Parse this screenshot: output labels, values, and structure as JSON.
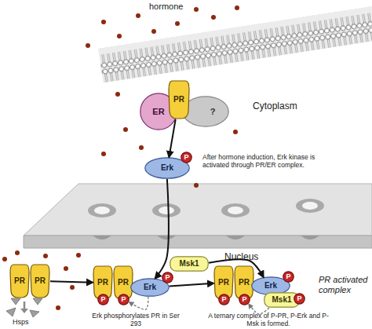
{
  "diagram": {
    "nodes": [
      {
        "text": [
          "ER"
        ]
      },
      {
        "text": [
          "PR"
        ]
      },
      {
        "text": [
          "?"
        ]
      },
      {
        "text": [
          "Erk"
        ]
      },
      {
        "text": [
          "P"
        ],
        "in": 3
      },
      {
        "text": [
          "PR"
        ]
      },
      {
        "text": [
          "PR"
        ]
      },
      {
        "text": [
          "PR"
        ]
      },
      {
        "text": [
          "PR"
        ]
      },
      {
        "text": [
          "P"
        ],
        "in": 7
      },
      {
        "text": [
          "P"
        ],
        "in": 8
      },
      {
        "text": [
          "Erk"
        ]
      },
      {
        "text": [
          "P"
        ],
        "in": 11
      },
      {
        "text": [
          "Msk1"
        ]
      },
      {
        "text": [
          "PR"
        ]
      },
      {
        "text": [
          "PR"
        ]
      },
      {
        "text": [
          "P"
        ],
        "in": 14
      },
      {
        "text": [
          "P"
        ],
        "in": 15
      },
      {
        "text": [
          "Erk"
        ]
      },
      {
        "text": [
          "P"
        ],
        "in": 18
      },
      {
        "text": [
          "Msk1"
        ]
      },
      {
        "text": [
          "P"
        ],
        "in": 20
      }
    ],
    "edges": [
      {
        "from": 1,
        "to": 3,
        "arrow": "to"
      },
      {
        "from": 3,
        "to": 11,
        "arrow": "to"
      },
      {
        "from": 6,
        "to": 7,
        "arrow": "to"
      },
      {
        "from": 11,
        "to": 14,
        "arrow": "to"
      },
      {
        "from": 13,
        "to": 18,
        "arrow": "to"
      },
      {
        "from": 11,
        "to": 10,
        "arrow": "to"
      },
      {
        "from": 20,
        "to": 17,
        "arrow": "to"
      }
    ],
    "labels": [
      "hormone",
      "Cytoplasm",
      "After hormone induction, Erk kinase is activated through PR/ER complex.",
      "Nucleus",
      "Hsps",
      "Erk phosphorylates PR in Ser 293",
      "A ternary complex of P-PR, P-Erk and P-Msk is formed.",
      "PR activated complex"
    ]
  }
}
